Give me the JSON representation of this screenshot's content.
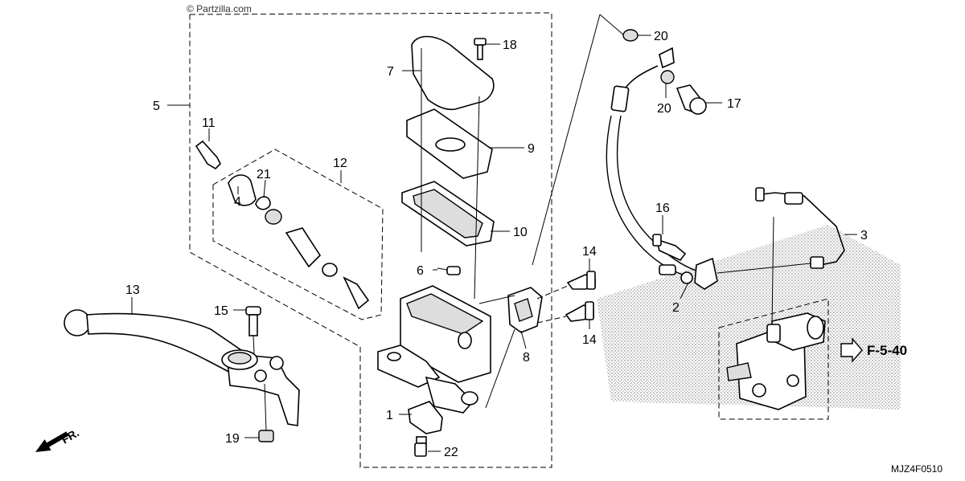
{
  "watermark": "© Partzilla.com",
  "diagram_code": "MJZ4F0510",
  "reference": "F-5-40",
  "direction_label": "FR.",
  "callouts": {
    "c1": "1",
    "c2": "2",
    "c3": "3",
    "c4": "4",
    "c5": "5",
    "c6": "6",
    "c7": "7",
    "c8": "8",
    "c9": "9",
    "c10": "10",
    "c11": "11",
    "c12": "12",
    "c13": "13",
    "c14a": "14",
    "c14b": "14",
    "c15": "15",
    "c16": "16",
    "c17": "17",
    "c18": "18",
    "c19": "19",
    "c20a": "20",
    "c20b": "20",
    "c21": "21",
    "c22": "22"
  }
}
